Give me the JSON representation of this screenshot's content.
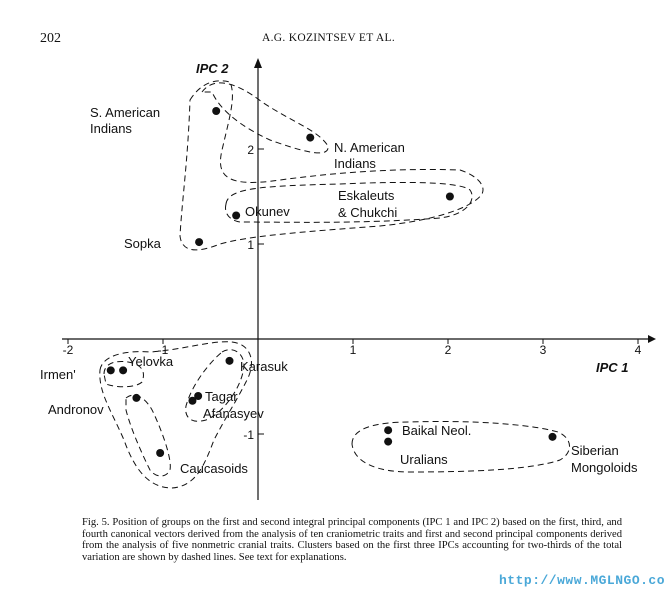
{
  "header": {
    "page_number": "202",
    "running_head": "A.G. KOZINTSEV ET AL."
  },
  "figure": {
    "caption": "Fig. 5.   Position of groups on the first and second integral principal components (IPC 1 and IPC 2) based on the first, third, and fourth canonical vectors derived from the analysis of ten craniometric traits and first and second principal components derived from the analysis of five nonmetric cranial traits. Clusters based on the first three IPCs accounting for two-thirds of the total variation are shown by dashed lines. See text for explanations."
  },
  "chart_data": {
    "type": "scatter",
    "xlabel": "IPC 1",
    "ylabel": "IPC 2",
    "xlim": [
      -2,
      4
    ],
    "ylim": [
      -1.8,
      2.9
    ],
    "xticks": [
      "-2",
      "-1",
      "1",
      "2",
      "3",
      "4"
    ],
    "yticks": [
      "2",
      "1",
      "-1"
    ],
    "grid": false,
    "points": [
      {
        "label": "S. American Indians",
        "x": -0.44,
        "y": 2.4
      },
      {
        "label": "N. American Indians",
        "x": 0.55,
        "y": 2.12
      },
      {
        "label": "Eskaleuts & Chukchi",
        "x": 2.02,
        "y": 1.5
      },
      {
        "label": "Okunev",
        "x": -0.23,
        "y": 1.3
      },
      {
        "label": "Sopka",
        "x": -0.62,
        "y": 1.02
      },
      {
        "label": "Irmen'",
        "x": -1.55,
        "y": -0.33
      },
      {
        "label": "Yelovka",
        "x": -1.42,
        "y": -0.33
      },
      {
        "label": "Karasuk",
        "x": -0.3,
        "y": -0.23
      },
      {
        "label": "Andronov",
        "x": -1.28,
        "y": -0.62
      },
      {
        "label": "Tagar",
        "x": -0.63,
        "y": -0.6
      },
      {
        "label": "Afanasyev",
        "x": -0.69,
        "y": -0.65
      },
      {
        "label": "Caucasoids",
        "x": -1.03,
        "y": -1.2
      },
      {
        "label": "Baikal Neol.",
        "x": 1.37,
        "y": -0.96
      },
      {
        "label": "Uralians",
        "x": 1.37,
        "y": -1.08
      },
      {
        "label": "Siberian Mongoloids",
        "x": 3.1,
        "y": -1.03
      }
    ],
    "point_labels": {
      "s_american": [
        "S. American",
        "Indians"
      ],
      "n_american": [
        "N. American",
        "Indians"
      ],
      "eskaleuts": [
        "Eskaleuts",
        "& Chukchi"
      ],
      "okunev": "Okunev",
      "sopka": "Sopka",
      "irmen": "Irmen'",
      "yelovka": "Yelovka",
      "karasuk": "Karasuk",
      "andronov": "Andronov",
      "tagar": "Tagar",
      "afanasyev": "Afanasyev",
      "caucasoids": "Caucasoids",
      "baikal": "Baikal Neol.",
      "uralians": "Uralians",
      "siberian": [
        "Siberian",
        "Mongoloids"
      ]
    },
    "clusters": [
      [
        "Sopka",
        "S. American Indians",
        "N. American Indians",
        "Okunev",
        "Eskaleuts & Chukchi"
      ],
      [
        "Irmen'",
        "Yelovka",
        "Andronov",
        "Karasuk",
        "Tagar",
        "Afanasyev",
        "Caucasoids"
      ],
      [
        "Baikal Neol.",
        "Uralians",
        "Siberian Mongoloids"
      ]
    ]
  },
  "watermark": "http://www.MGLNGO.com"
}
